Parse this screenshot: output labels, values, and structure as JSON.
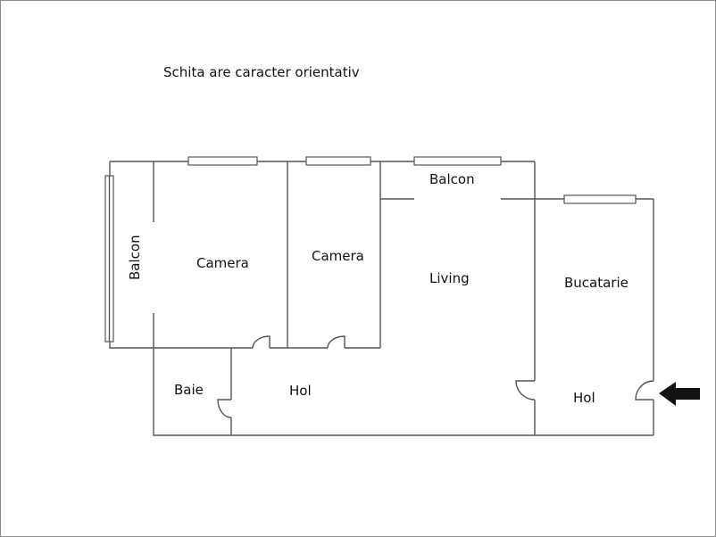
{
  "note": "Schita are caracter orientativ",
  "rooms": {
    "balcon_left": "Balcon",
    "camera_1": "Camera",
    "camera_2": "Camera",
    "balcon_top": "Balcon",
    "living": "Living",
    "bucatarie": "Bucatarie",
    "baie": "Baie",
    "hol_1": "Hol",
    "hol_2": "Hol"
  },
  "icons": {
    "entrance": "arrow-left-icon"
  },
  "colors": {
    "walls": "#555555",
    "arrow": "#111111",
    "border": "#888888"
  }
}
